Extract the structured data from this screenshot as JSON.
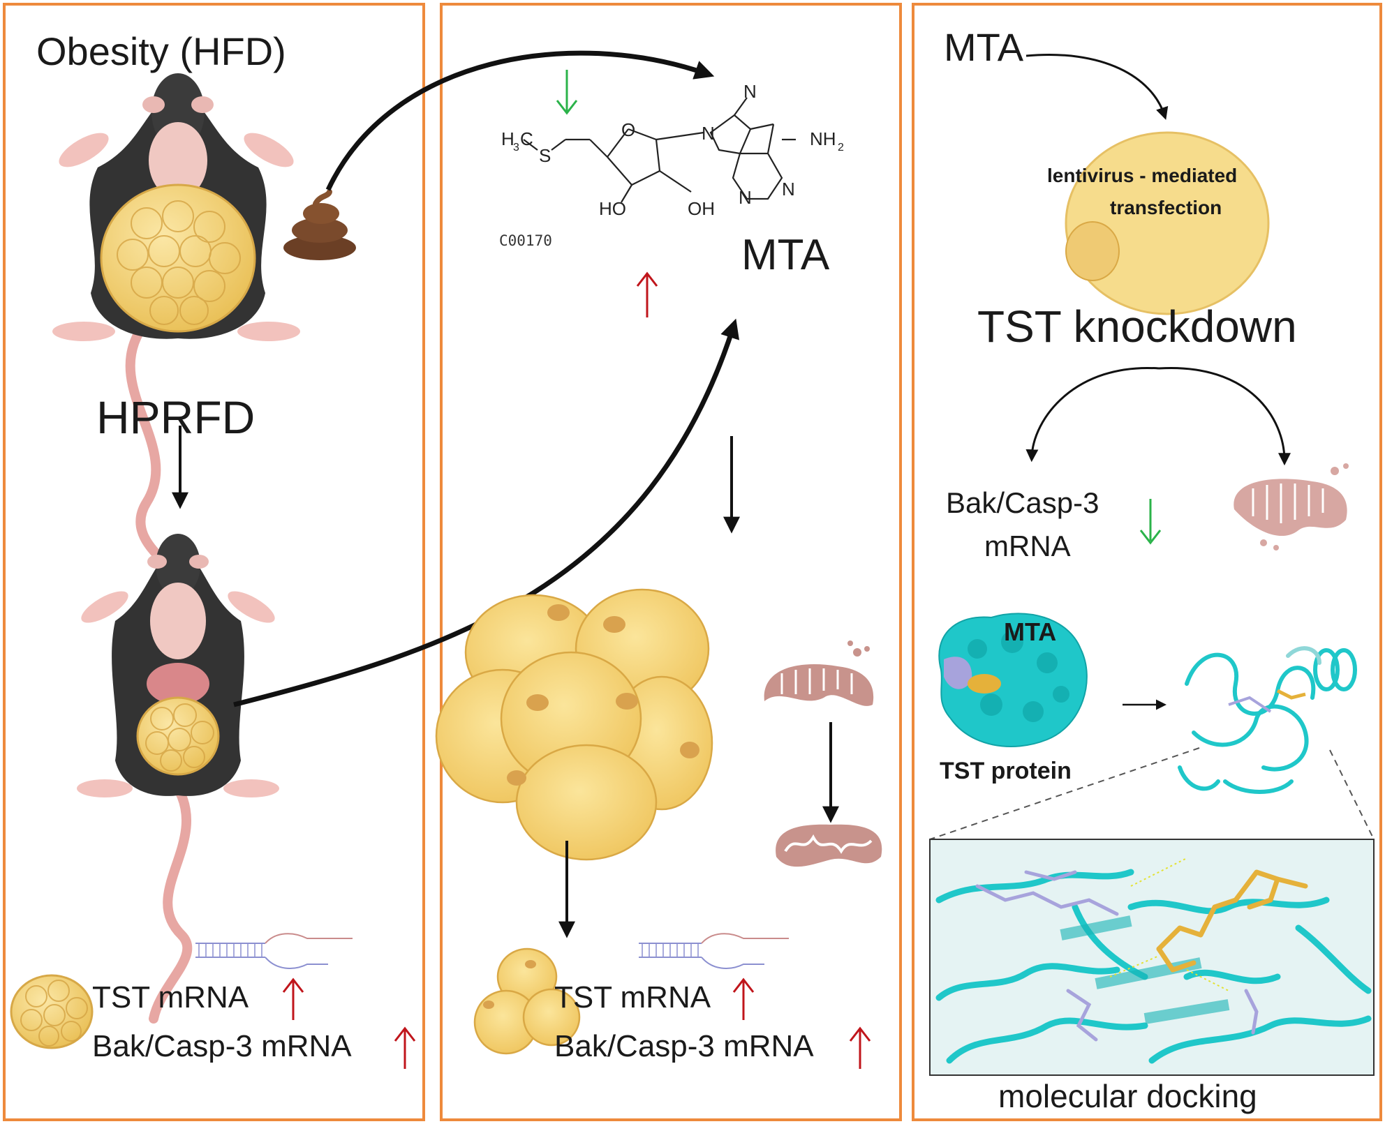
{
  "panel_left": {
    "title": "Obesity (HFD)",
    "treatment": "HPRFD",
    "mrna_line1": "TST mRNA",
    "mrna_line2": "Bak/Casp-3 mRNA"
  },
  "panel_middle": {
    "compound_id": "C00170",
    "compound_name": "MTA",
    "formula_h3c": "H",
    "formula_3": "3",
    "formula_c": "C",
    "formula_s": "S",
    "formula_o": "O",
    "formula_n": "N",
    "formula_nh2": "NH",
    "formula_2": "2",
    "formula_ho": "HO",
    "formula_oh": "OH",
    "mrna_line1": "TST mRNA",
    "mrna_line2": "Bak/Casp-3 mRNA"
  },
  "panel_right": {
    "title": "MTA",
    "cell_label_line1": "lentivirus - mediated",
    "cell_label_line2": "transfection",
    "knockdown": "TST knockdown",
    "mrna_line1": "Bak/Casp-3",
    "mrna_line2": "mRNA",
    "docking_ligand": "MTA",
    "docking_protein": "TST protein",
    "docking_caption": "molecular docking"
  },
  "colors": {
    "panel_border": "#ee8a3c",
    "arrow_up": "#c0151b",
    "arrow_down": "#2bb34a",
    "fat_cell": "#f3d27a",
    "protein": "#1fc7c9",
    "mouse_body": "#333333"
  }
}
